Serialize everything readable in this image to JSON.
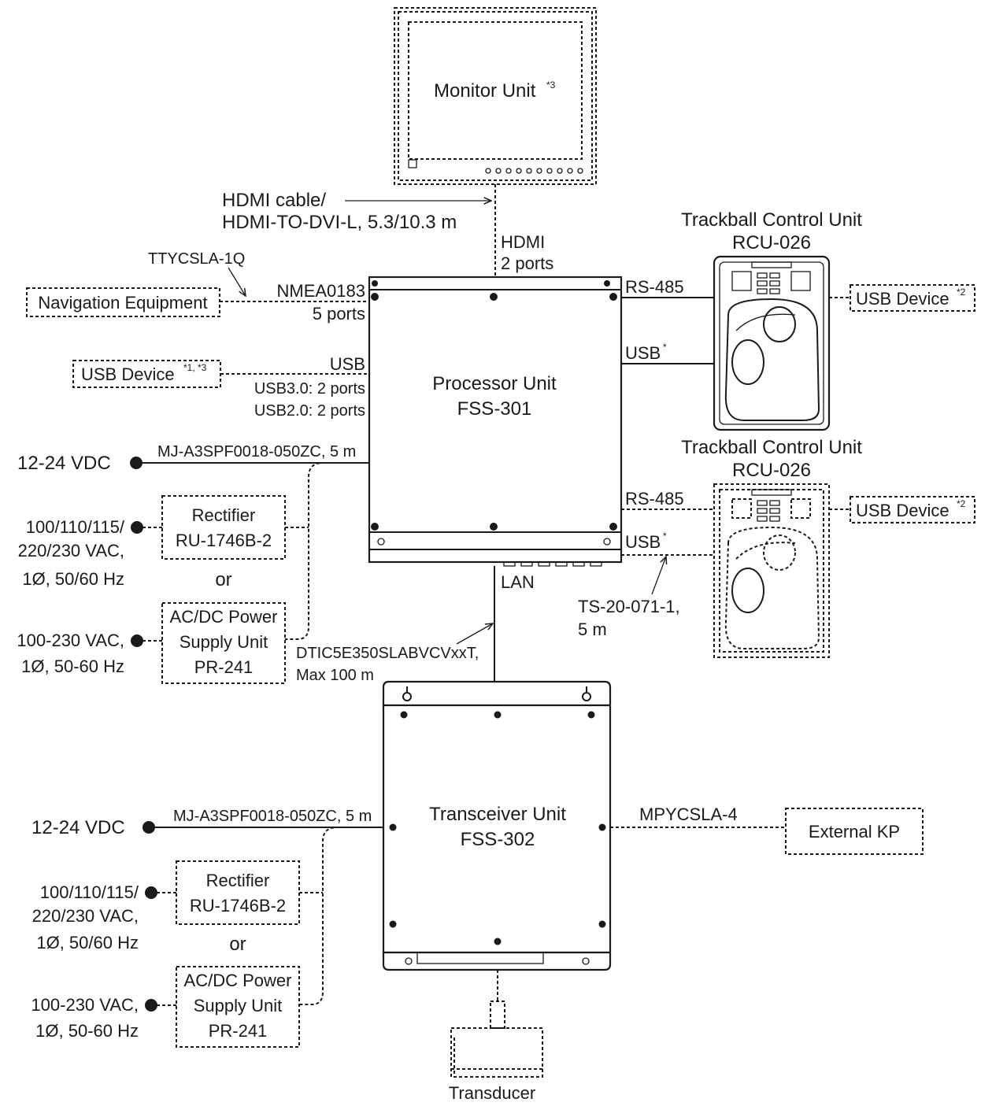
{
  "monitor": {
    "label": "Monitor Unit",
    "note": "*3"
  },
  "hdmi_cable": {
    "line1": "HDMI cable/",
    "line2": "HDMI-TO-DVI-L, 5.3/10.3 m"
  },
  "hdmi_port": {
    "line1": "HDMI",
    "line2": "2 ports"
  },
  "processor": {
    "line1": "Processor Unit",
    "line2": "FSS-301"
  },
  "ttycsla": "TTYCSLA-1Q",
  "nav_equipment": "Navigation Equipment",
  "nmea": {
    "line1": "NMEA0183",
    "line2": "5 ports"
  },
  "usb_device_left": {
    "label": "USB Device",
    "note": "*1, *3"
  },
  "usb_ports": {
    "line1": "USB",
    "line2": "USB3.0: 2 ports",
    "line3": "USB2.0: 2 ports"
  },
  "trackball1": {
    "line1": "Trackball Control Unit",
    "line2": "RCU-026",
    "rs485": "RS-485",
    "usb": "USB",
    "usb_note": "*",
    "device": "USB Device",
    "device_note": "*2"
  },
  "trackball2": {
    "line1": "Trackball Control Unit",
    "line2": "RCU-026",
    "rs485": "RS-485",
    "usb": "USB",
    "usb_note": "*",
    "device": "USB Device",
    "device_note": "*2"
  },
  "ts_cable": {
    "line1": "TS-20-071-1,",
    "line2": "5 m"
  },
  "lan": "LAN",
  "dtic": {
    "line1": "DTIC5E350SLABVCVxxT,",
    "line2": "Max 100 m"
  },
  "power_top": {
    "vdc": "12-24 VDC",
    "cable": "MJ-A3SPF0018-050ZC, 5 m",
    "rectifier": {
      "line1": "Rectifier",
      "line2": "RU-1746B-2"
    },
    "ac1": {
      "line1": "100/110/115/",
      "line2": "220/230 VAC,",
      "line3": "1Ø, 50/60 Hz"
    },
    "or": "or",
    "psu": {
      "line1": "AC/DC Power",
      "line2": "Supply Unit",
      "line3": "PR-241"
    },
    "ac2": {
      "line1": "100-230 VAC,",
      "line2": "1Ø, 50-60 Hz"
    }
  },
  "power_bottom": {
    "vdc": "12-24 VDC",
    "cable": "MJ-A3SPF0018-050ZC, 5 m",
    "rectifier": {
      "line1": "Rectifier",
      "line2": "RU-1746B-2"
    },
    "ac1": {
      "line1": "100/110/115/",
      "line2": "220/230 VAC,",
      "line3": "1Ø, 50/60 Hz"
    },
    "or": "or",
    "psu": {
      "line1": "AC/DC Power",
      "line2": "Supply Unit",
      "line3": "PR-241"
    },
    "ac2": {
      "line1": "100-230 VAC,",
      "line2": "1Ø, 50-60 Hz"
    }
  },
  "transceiver": {
    "line1": "Transceiver Unit",
    "line2": "FSS-302"
  },
  "mpycsla": "MPYCSLA-4",
  "external_kp": "External KP",
  "transducer": "Transducer"
}
